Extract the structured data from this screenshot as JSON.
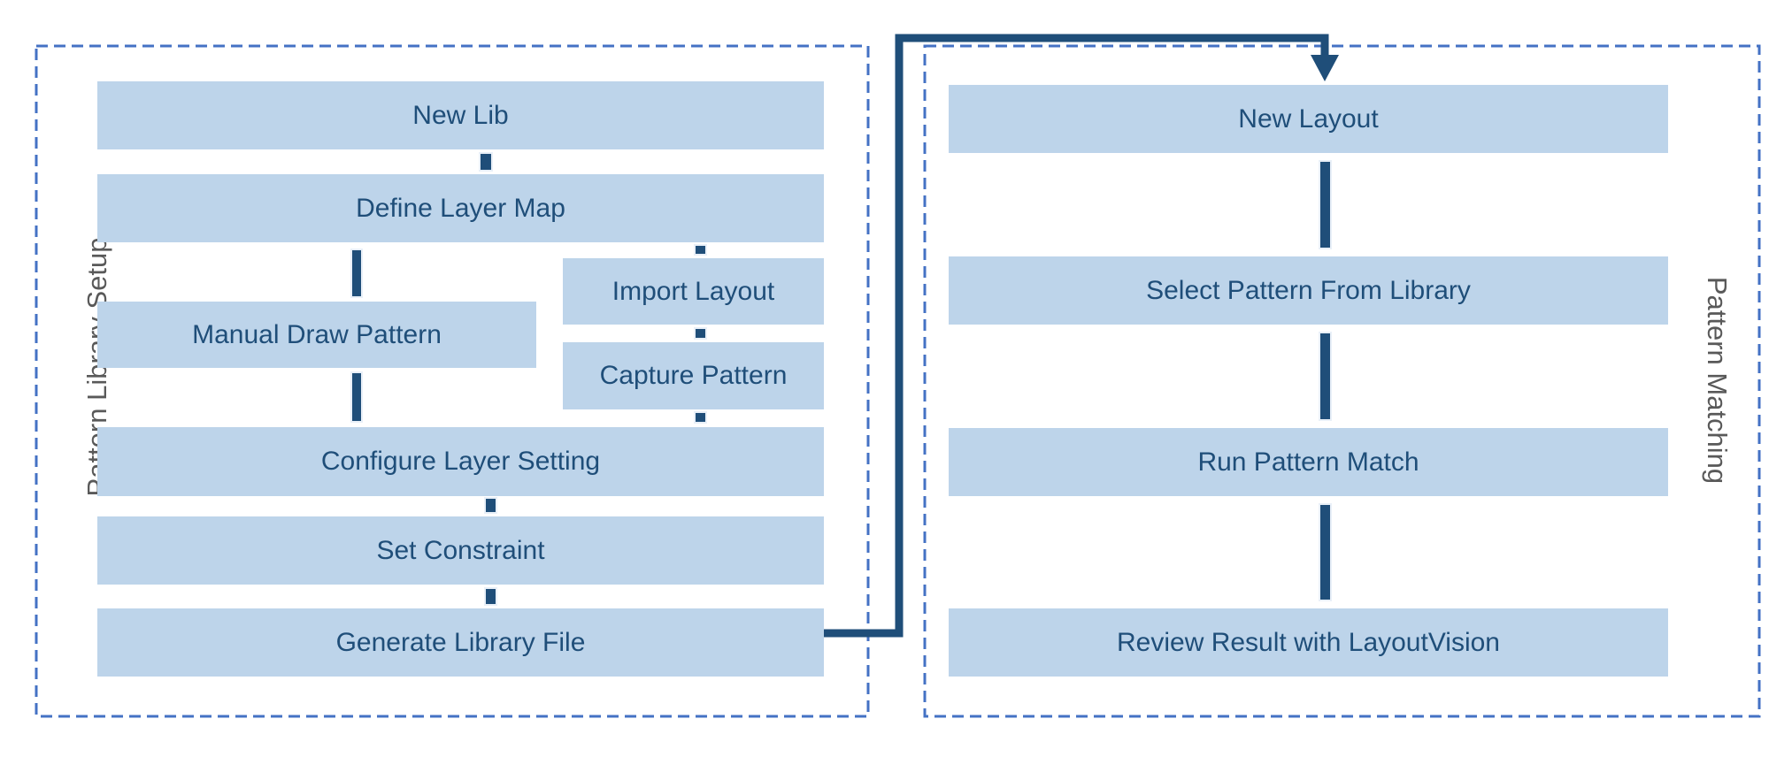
{
  "panels": {
    "left": {
      "label": "Pattern Library Setup",
      "nodes": [
        {
          "label": "New Lib"
        },
        {
          "label": "Define Layer Map"
        },
        {
          "label": "Manual Draw Pattern"
        },
        {
          "label": "Import Layout"
        },
        {
          "label": "Capture Pattern"
        },
        {
          "label": "Configure Layer Setting"
        },
        {
          "label": "Set Constraint"
        },
        {
          "label": "Generate Library File"
        }
      ]
    },
    "right": {
      "label": "Pattern Matching",
      "nodes": [
        {
          "label": "New Layout"
        },
        {
          "label": "Select Pattern From Library"
        },
        {
          "label": "Run Pattern Match"
        },
        {
          "label": "Review Result with LayoutVision"
        }
      ]
    }
  },
  "edges": [
    {
      "from": "New Lib",
      "to": "Define Layer Map"
    },
    {
      "from": "Define Layer Map",
      "to": "Manual Draw Pattern"
    },
    {
      "from": "Define Layer Map",
      "to": "Import Layout"
    },
    {
      "from": "Import Layout",
      "to": "Capture Pattern"
    },
    {
      "from": "Manual Draw Pattern",
      "to": "Configure Layer Setting"
    },
    {
      "from": "Capture Pattern",
      "to": "Configure Layer Setting"
    },
    {
      "from": "Configure Layer Setting",
      "to": "Set Constraint"
    },
    {
      "from": "Set Constraint",
      "to": "Generate Library File"
    },
    {
      "from": "Generate Library File",
      "to": "New Layout"
    },
    {
      "from": "New Layout",
      "to": "Select Pattern From Library"
    },
    {
      "from": "Select Pattern From Library",
      "to": "Run Pattern Match"
    },
    {
      "from": "Run Pattern Match",
      "to": "Review Result with LayoutVision"
    }
  ],
  "colors": {
    "node_fill": "#bdd4ea",
    "node_text": "#1f4e79",
    "connector": "#1f4e79",
    "panel_border": "#4472c4",
    "panel_label": "#595959"
  }
}
